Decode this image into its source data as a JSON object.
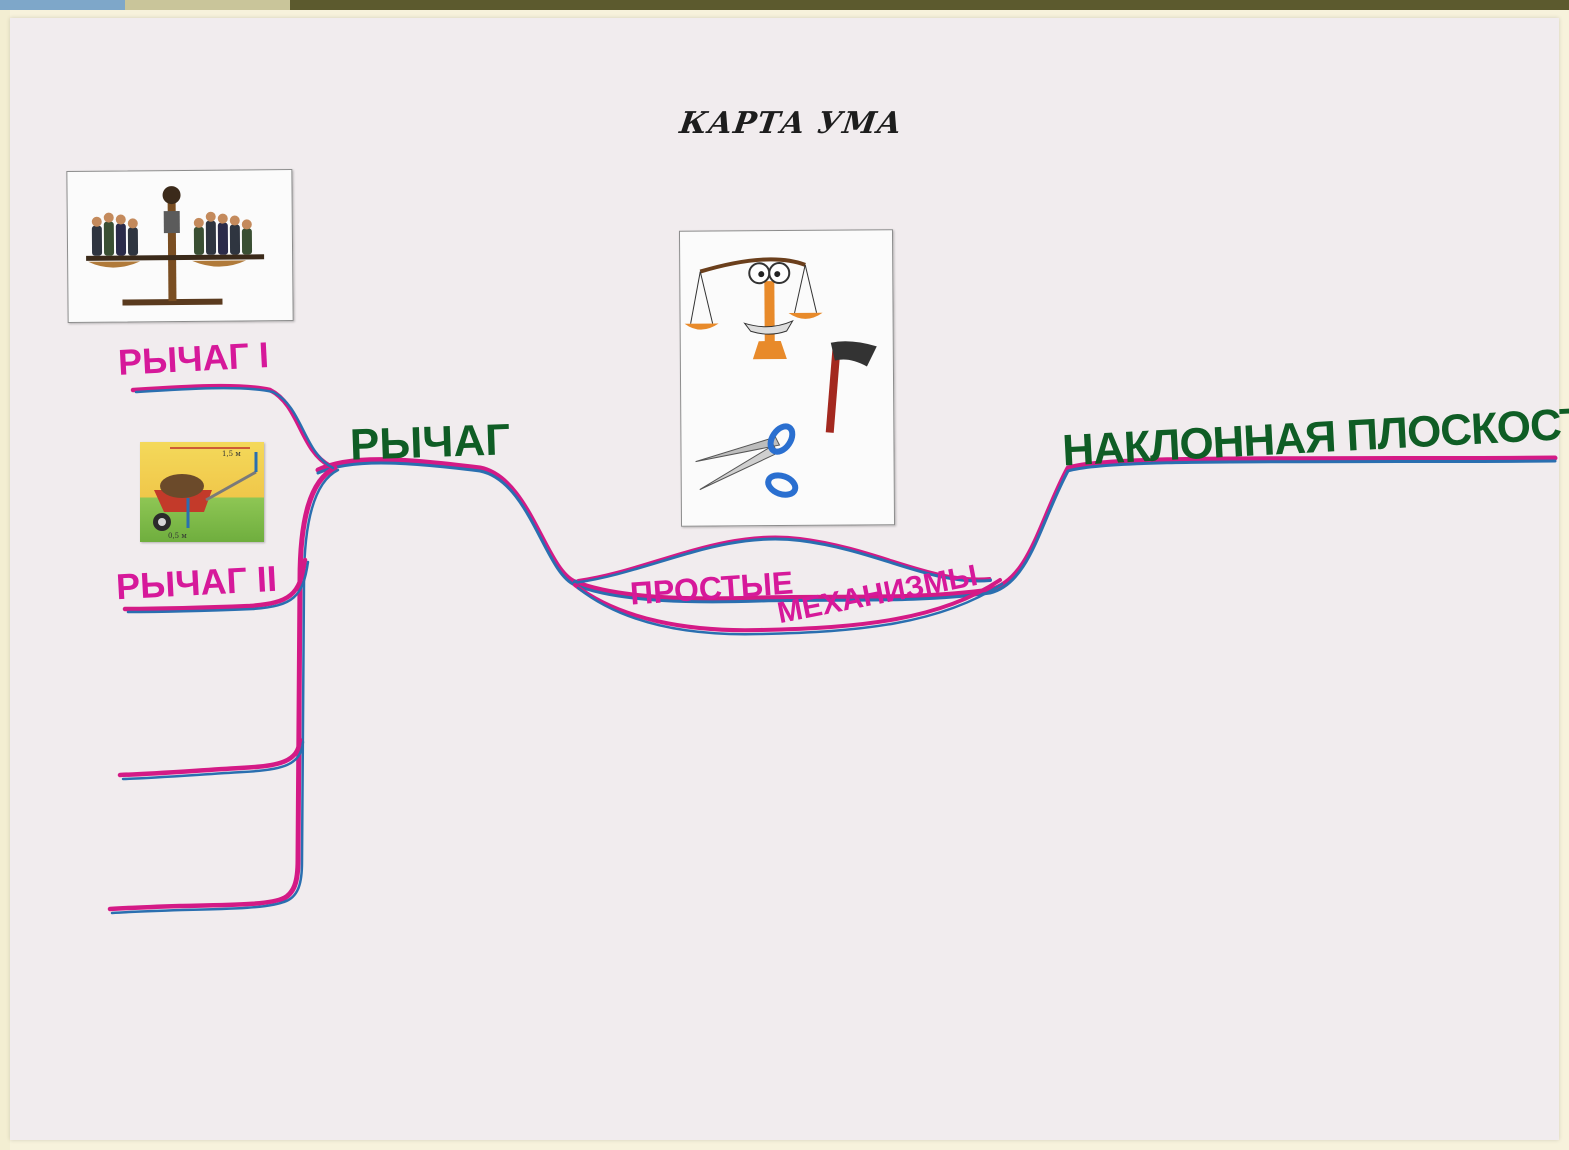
{
  "title": "КАРТА УМА",
  "labels": {
    "lever": "РЫЧАГ",
    "lever_1": "РЫЧАГ I",
    "lever_2": "РЫЧАГ II",
    "simple": "ПРОСТЫЕ",
    "mechanisms": "МЕХАНИЗМЫ",
    "inclined_plane": "НАКЛОННАЯ ПЛОСКОСТЬ"
  },
  "cards": {
    "wheelbarrow": {
      "dim_top": "1,5 м",
      "dim_bottom": "0,5 м"
    }
  },
  "colors": {
    "branch_blue": "#2a6fb0",
    "branch_pink": "#d41a86",
    "label_pink": "#d6199a",
    "label_green": "#0f5d25",
    "paper": "#f1ecee"
  }
}
